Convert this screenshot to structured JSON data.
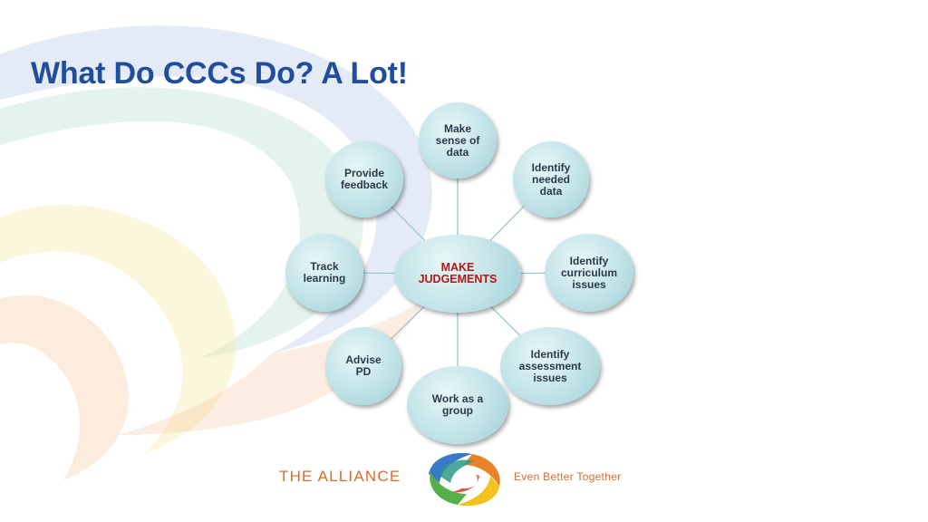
{
  "slide": {
    "title": "What Do CCCs Do?  A Lot!"
  },
  "diagram": {
    "center": {
      "label": "MAKE\nJUDGEMENTS"
    },
    "nodes": [
      {
        "id": "make-sense-of-data",
        "label": "Make\nsense of\ndata"
      },
      {
        "id": "identify-needed-data",
        "label": "Identify\nneeded\ndata"
      },
      {
        "id": "identify-curriculum-issues",
        "label": "Identify\ncurriculum\nissues"
      },
      {
        "id": "identify-assessment-issues",
        "label": "Identify\nassessment\nissues"
      },
      {
        "id": "work-as-a-group",
        "label": "Work as a\ngroup"
      },
      {
        "id": "advise-pd",
        "label": "Advise\nPD"
      },
      {
        "id": "track-learning",
        "label": "Track\nlearning"
      },
      {
        "id": "provide-feedback",
        "label": "Provide\nfeedback"
      }
    ]
  },
  "footer": {
    "org_name": "THE ALLIANCE",
    "tagline": "Even Better Together"
  },
  "colors": {
    "title": "#1f4e9c",
    "center_text": "#b01818",
    "node_fill": "#c0e3e7",
    "footer_text": "#d86c2c"
  }
}
